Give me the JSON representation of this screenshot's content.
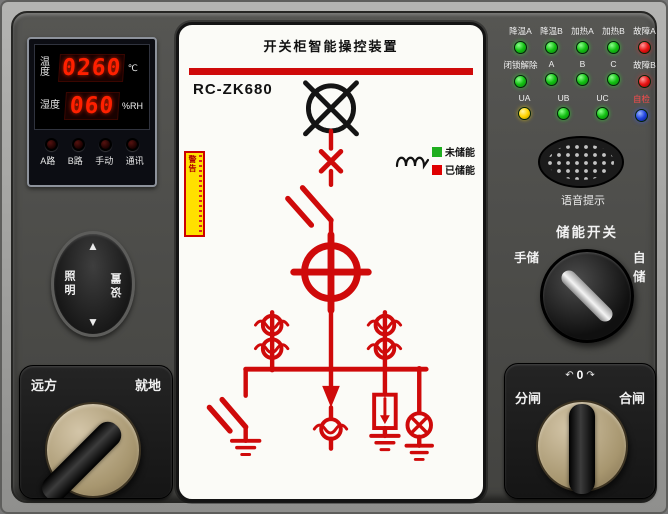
{
  "mimic": {
    "title": "开关柜智能操控装置",
    "model": "RC-ZK680",
    "legend": {
      "not_charged": "未储能",
      "charged": "已储能",
      "colors": {
        "not_charged": "#1fae1f",
        "charged": "#df0000"
      }
    },
    "warning": "警告",
    "line_color": "#cf0a0a"
  },
  "temp_module": {
    "rows": [
      {
        "label": "温度",
        "value": "0260",
        "unit": "℃"
      },
      {
        "label": "湿度",
        "value": "060",
        "unit": "%RH"
      }
    ],
    "buttons": [
      "A路",
      "B路",
      "手动",
      "通讯"
    ]
  },
  "nav_pad": {
    "up": "▲",
    "down": "▼",
    "left": "照明",
    "right": "设置"
  },
  "remote_switch": {
    "left": "远方",
    "right": "就地"
  },
  "led_panel": {
    "rows": [
      {
        "items": [
          {
            "label": "降温A",
            "color": "green"
          },
          {
            "label": "降温B",
            "color": "green"
          },
          {
            "label": "加热A",
            "color": "green"
          },
          {
            "label": "加热B",
            "color": "green"
          },
          {
            "label": "故障A",
            "color": "red"
          }
        ]
      },
      {
        "items": [
          {
            "label": "闭锁解除",
            "color": "green"
          },
          {
            "label": "A",
            "color": "green"
          },
          {
            "label": "B",
            "color": "green"
          },
          {
            "label": "C",
            "color": "green"
          },
          {
            "label": "故障B",
            "color": "red"
          }
        ]
      },
      {
        "items": [
          {
            "label": "UA",
            "color": "yellow"
          },
          {
            "label": "UB",
            "color": "green"
          },
          {
            "label": "UC",
            "color": "green"
          },
          {
            "label": "自检",
            "color": "blue",
            "label_color": "red"
          }
        ]
      }
    ]
  },
  "speaker": {
    "label": "语音提示"
  },
  "charge_switch": {
    "title": "储能开关",
    "left": "手储",
    "right": "自储"
  },
  "open_close_switch": {
    "left": "分闸",
    "right": "合闸",
    "zero": "0",
    "arrow_left": "↶",
    "arrow_right": "↷"
  }
}
